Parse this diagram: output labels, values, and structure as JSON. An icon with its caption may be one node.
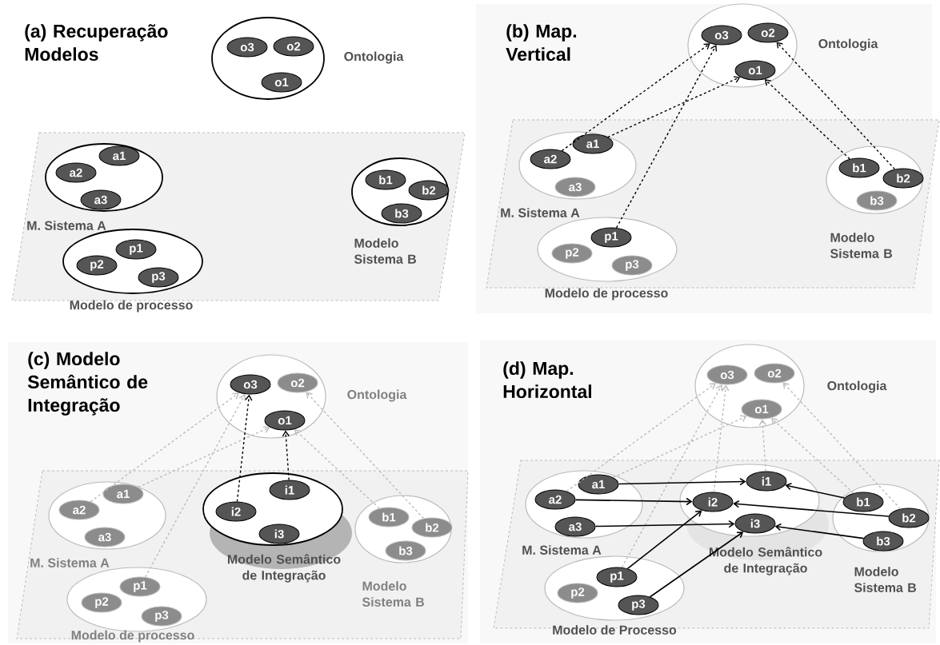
{
  "diagram": {
    "nodes": [
      {
        "text": [
          "Ontologia"
        ]
      },
      {
        "text": [
          "o3"
        ],
        "in": 0
      },
      {
        "text": [
          "o2"
        ],
        "in": 0
      },
      {
        "text": [
          "o1"
        ],
        "in": 0
      },
      {
        "text": [
          "M. Sistema A"
        ]
      },
      {
        "text": [
          "a1"
        ],
        "in": 4
      },
      {
        "text": [
          "a2"
        ],
        "in": 4
      },
      {
        "text": [
          "a3"
        ],
        "in": 4
      },
      {
        "text": [
          "Modelo Sistema B"
        ]
      },
      {
        "text": [
          "b1"
        ],
        "in": 8
      },
      {
        "text": [
          "b2"
        ],
        "in": 8
      },
      {
        "text": [
          "b3"
        ],
        "in": 8
      },
      {
        "text": [
          "Modelo de processo"
        ]
      },
      {
        "text": [
          "p1"
        ],
        "in": 12
      },
      {
        "text": [
          "p2"
        ],
        "in": 12
      },
      {
        "text": [
          "p3"
        ],
        "in": 12
      },
      {
        "text": [
          "Ontologia"
        ]
      },
      {
        "text": [
          "o3"
        ],
        "in": 16
      },
      {
        "text": [
          "o2"
        ],
        "in": 16
      },
      {
        "text": [
          "o1"
        ],
        "in": 16
      },
      {
        "text": [
          "M. Sistema A"
        ]
      },
      {
        "text": [
          "a1"
        ],
        "in": 20
      },
      {
        "text": [
          "a2"
        ],
        "in": 20
      },
      {
        "text": [
          "a3"
        ],
        "in": 20
      },
      {
        "text": [
          "Modelo Sistema B"
        ]
      },
      {
        "text": [
          "b1"
        ],
        "in": 24
      },
      {
        "text": [
          "b2"
        ],
        "in": 24
      },
      {
        "text": [
          "b3"
        ],
        "in": 24
      },
      {
        "text": [
          "Modelo de processo"
        ]
      },
      {
        "text": [
          "p1"
        ],
        "in": 28
      },
      {
        "text": [
          "p2"
        ],
        "in": 28
      },
      {
        "text": [
          "p3"
        ],
        "in": 28
      },
      {
        "text": [
          "Ontologia"
        ]
      },
      {
        "text": [
          "o3"
        ],
        "in": 32
      },
      {
        "text": [
          "o2"
        ],
        "in": 32
      },
      {
        "text": [
          "o1"
        ],
        "in": 32
      },
      {
        "text": [
          "M. Sistema A"
        ]
      },
      {
        "text": [
          "a1"
        ],
        "in": 36
      },
      {
        "text": [
          "a2"
        ],
        "in": 36
      },
      {
        "text": [
          "a3"
        ],
        "in": 36
      },
      {
        "text": [
          "Modelo Semântico de Integração"
        ]
      },
      {
        "text": [
          "i1"
        ],
        "in": 40
      },
      {
        "text": [
          "i2"
        ],
        "in": 40
      },
      {
        "text": [
          "i3"
        ],
        "in": 40
      },
      {
        "text": [
          "Modelo Sistema B"
        ]
      },
      {
        "text": [
          "b1"
        ],
        "in": 44
      },
      {
        "text": [
          "b2"
        ],
        "in": 44
      },
      {
        "text": [
          "b3"
        ],
        "in": 44
      },
      {
        "text": [
          "Modelo de processo"
        ]
      },
      {
        "text": [
          "p1"
        ],
        "in": 48
      },
      {
        "text": [
          "p2"
        ],
        "in": 48
      },
      {
        "text": [
          "p3"
        ],
        "in": 48
      },
      {
        "text": [
          "Ontologia"
        ]
      },
      {
        "text": [
          "o3"
        ],
        "in": 52
      },
      {
        "text": [
          "o2"
        ],
        "in": 52
      },
      {
        "text": [
          "o1"
        ],
        "in": 52
      },
      {
        "text": [
          "M. Sistema A"
        ]
      },
      {
        "text": [
          "a1"
        ],
        "in": 56
      },
      {
        "text": [
          "a2"
        ],
        "in": 56
      },
      {
        "text": [
          "a3"
        ],
        "in": 56
      },
      {
        "text": [
          "Modelo Semântico de Integração"
        ]
      },
      {
        "text": [
          "i1"
        ],
        "in": 60
      },
      {
        "text": [
          "i2"
        ],
        "in": 60
      },
      {
        "text": [
          "i3"
        ],
        "in": 60
      },
      {
        "text": [
          "Modelo Sistema B"
        ]
      },
      {
        "text": [
          "b1"
        ],
        "in": 64
      },
      {
        "text": [
          "b2"
        ],
        "in": 64
      },
      {
        "text": [
          "b3"
        ],
        "in": 64
      },
      {
        "text": [
          "Modelo de Processo"
        ]
      },
      {
        "text": [
          "p1"
        ],
        "in": 68
      },
      {
        "text": [
          "p2"
        ],
        "in": 68
      },
      {
        "text": [
          "p3"
        ],
        "in": 68
      }
    ],
    "edges": [
      {
        "from": 22,
        "to": 17,
        "arrow": "to",
        "style": "dashed"
      },
      {
        "from": 21,
        "to": 19,
        "arrow": "to",
        "style": "dashed"
      },
      {
        "from": 29,
        "to": 17,
        "arrow": "to",
        "style": "dashed"
      },
      {
        "from": 25,
        "to": 19,
        "arrow": "to",
        "style": "dashed"
      },
      {
        "from": 26,
        "to": 18,
        "arrow": "to",
        "style": "dashed"
      },
      {
        "from": 38,
        "to": 33,
        "arrow": "to",
        "style": "dashed",
        "color": "#bbbbbb"
      },
      {
        "from": 37,
        "to": 35,
        "arrow": "to",
        "style": "dashed",
        "color": "#bbbbbb"
      },
      {
        "from": 49,
        "to": 33,
        "arrow": "to",
        "style": "dashed",
        "color": "#bbbbbb"
      },
      {
        "from": 45,
        "to": 35,
        "arrow": "to",
        "style": "dashed",
        "color": "#bbbbbb"
      },
      {
        "from": 46,
        "to": 34,
        "arrow": "to",
        "style": "dashed",
        "color": "#bbbbbb"
      },
      {
        "from": 42,
        "to": 33,
        "arrow": "to",
        "style": "dashed"
      },
      {
        "from": 41,
        "to": 35,
        "arrow": "to",
        "style": "dashed"
      },
      {
        "from": 58,
        "to": 53,
        "arrow": "to",
        "style": "dashed",
        "color": "#bbbbbb"
      },
      {
        "from": 57,
        "to": 55,
        "arrow": "to",
        "style": "dashed",
        "color": "#bbbbbb"
      },
      {
        "from": 69,
        "to": 53,
        "arrow": "to",
        "style": "dashed",
        "color": "#bbbbbb"
      },
      {
        "from": 62,
        "to": 53,
        "arrow": "to",
        "style": "dashed",
        "color": "#bbbbbb"
      },
      {
        "from": 61,
        "to": 55,
        "arrow": "to",
        "style": "dashed",
        "color": "#bbbbbb"
      },
      {
        "from": 65,
        "to": 55,
        "arrow": "to",
        "style": "dashed",
        "color": "#bbbbbb"
      },
      {
        "from": 66,
        "to": 54,
        "arrow": "to",
        "style": "dashed",
        "color": "#bbbbbb"
      },
      {
        "from": 57,
        "to": 61,
        "arrow": "to"
      },
      {
        "from": 58,
        "to": 62,
        "arrow": "to"
      },
      {
        "from": 59,
        "to": 63,
        "arrow": "to"
      },
      {
        "from": 69,
        "to": 62,
        "arrow": "to"
      },
      {
        "from": 71,
        "to": 63,
        "arrow": "to"
      },
      {
        "from": 65,
        "to": 61,
        "arrow": "to"
      },
      {
        "from": 66,
        "to": 62,
        "arrow": "to"
      },
      {
        "from": 67,
        "to": 63,
        "arrow": "to"
      }
    ],
    "labels": [
      "(a) Recuperação Modelos",
      "(b) Map. Vertical",
      "(c) Modelo Semântico de Integração",
      "(d) Map. Horizontal"
    ]
  }
}
